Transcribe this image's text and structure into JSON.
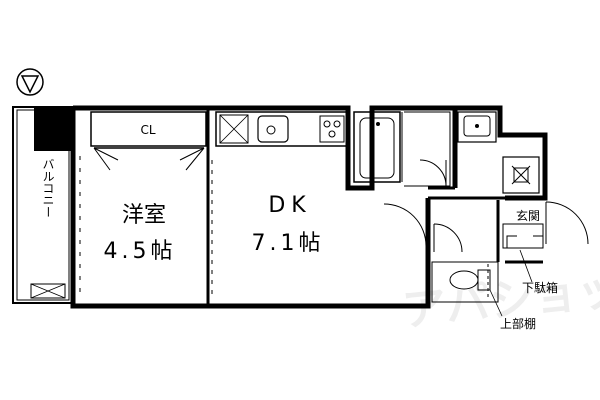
{
  "rooms": {
    "western_room": {
      "name": "洋室",
      "size": "4.5帖"
    },
    "dk": {
      "name": "DK",
      "size": "7.1帖"
    }
  },
  "labels": {
    "closet": "CL",
    "balcony": "バルコニー",
    "entrance": "玄関",
    "shoe_box": "下駄箱",
    "upper_shelf": "上部棚"
  },
  "watermark": "アパショップ",
  "compass_icon": "north-arrow-icon",
  "colors": {
    "wall": "#000000",
    "line": "#333333",
    "watermark": "#d9d9d9",
    "background": "#ffffff"
  }
}
